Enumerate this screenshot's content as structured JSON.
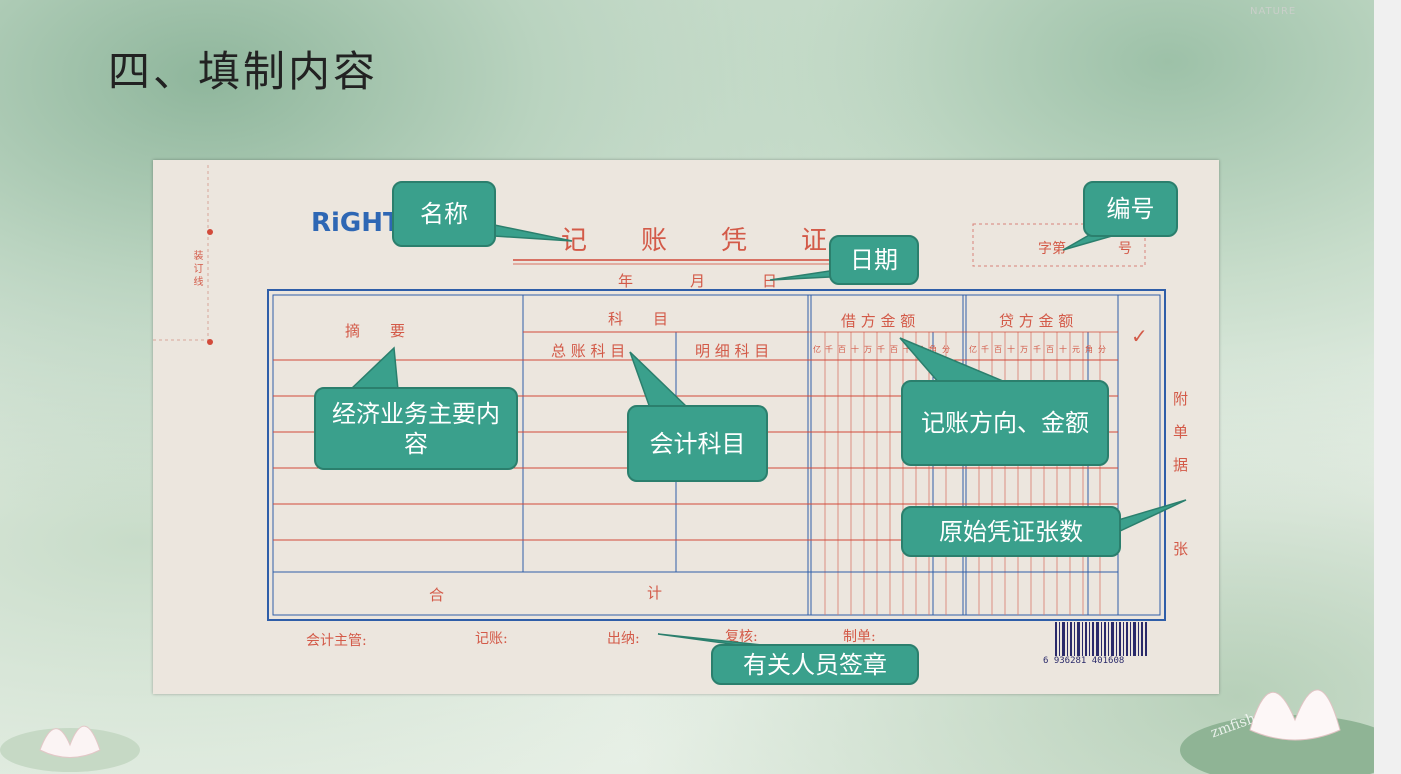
{
  "slide": {
    "title": "四、填制内容",
    "brand_mark": "NATURE",
    "watermark": "zmfish"
  },
  "voucher": {
    "logo": "RiGHT",
    "title_chars": [
      "记",
      "账",
      "凭",
      "证"
    ],
    "date": [
      "年",
      "月",
      "日"
    ],
    "number": [
      "字第",
      "号"
    ],
    "binding_line": "装 订 线",
    "headers": {
      "summary": "摘　　要",
      "account": "科　　目",
      "general_ledger": "总 账 科 目",
      "subsidiary": "明 细 科 目",
      "debit": "借 方 金 额",
      "credit": "贷 方 金 额",
      "check": "✓",
      "digits": [
        "亿",
        "千",
        "百",
        "十",
        "万",
        "千",
        "百",
        "十",
        "元",
        "角",
        "分"
      ]
    },
    "total_row": [
      "合",
      "计"
    ],
    "side": [
      "附",
      "单",
      "据",
      "张"
    ],
    "signatures": [
      "会计主管:",
      "记账:",
      "出纳:",
      "复核:",
      "制单:"
    ],
    "barcode": "6 936281 401608"
  },
  "callouts": {
    "name": "名称",
    "number": "编号",
    "date": "日期",
    "summary": "经济业务主要内容",
    "account": "会计科目",
    "direction": "记账方向、金额",
    "attachments": "原始凭证张数",
    "signatures": "有关人员签章"
  },
  "colors": {
    "callout_fill": "#3aa08c",
    "form_red": "#d24a3a",
    "form_blue": "#2f5ea8"
  }
}
